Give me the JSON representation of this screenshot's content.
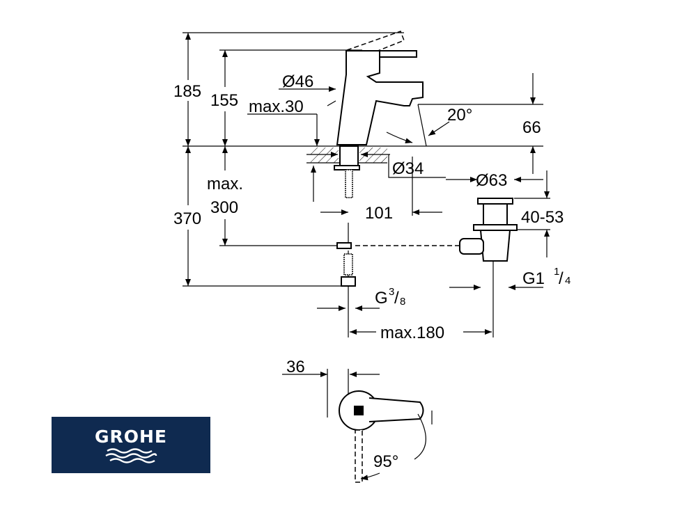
{
  "dimensions": {
    "h185": "185",
    "h155": "155",
    "d46": "Ø46",
    "max30": "max.30",
    "d34": "Ø34",
    "angle20": "20°",
    "h66": "66",
    "d63": "Ø63",
    "max": "max.",
    "v300": "300",
    "h370": "370",
    "w101": "101",
    "range4053": "40-53",
    "g1": "G1",
    "g1_frac_num": "1",
    "g1_frac_den": "4",
    "g": "G",
    "g_frac_num": "3",
    "g_frac_den": "8",
    "max180": "max.180",
    "w36": "36",
    "angle95": "95°"
  },
  "logo": {
    "text": "GROHE",
    "color": "#0f2a50"
  }
}
